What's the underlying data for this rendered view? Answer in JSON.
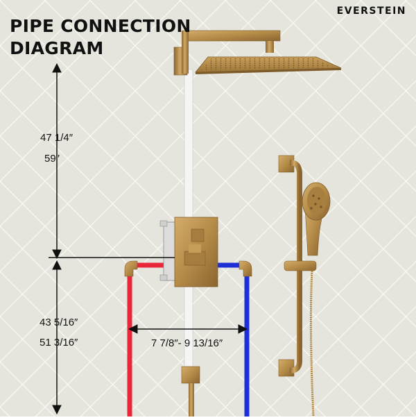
{
  "title": {
    "line1": "PIPE CONNECTION",
    "line2": "DIAGRAM"
  },
  "brand": "EVERSTEIN",
  "dimensions": {
    "upper_in": "47 1/4″",
    "upper_alt": "59″",
    "lower_in": "43 5/16″",
    "lower_alt": "51 3/16″",
    "width": "7 7/8″- 9 13/16″"
  },
  "colors": {
    "background": "#e6e5dd",
    "tile_line": "#fbfbf6",
    "brass": "#b58b48",
    "brass_dark": "#8a6530",
    "hot_pipe": "#e8283a",
    "cold_pipe": "#1f2fd6",
    "center_pipe": "#f4f4f4",
    "text": "#111111"
  },
  "icons": [
    "rain-shower-head-icon",
    "shower-arm-icon",
    "diverter-valve-icon",
    "slide-bar-icon",
    "hand-shower-icon",
    "water-outlet-icon",
    "elbow-fitting-icon"
  ]
}
